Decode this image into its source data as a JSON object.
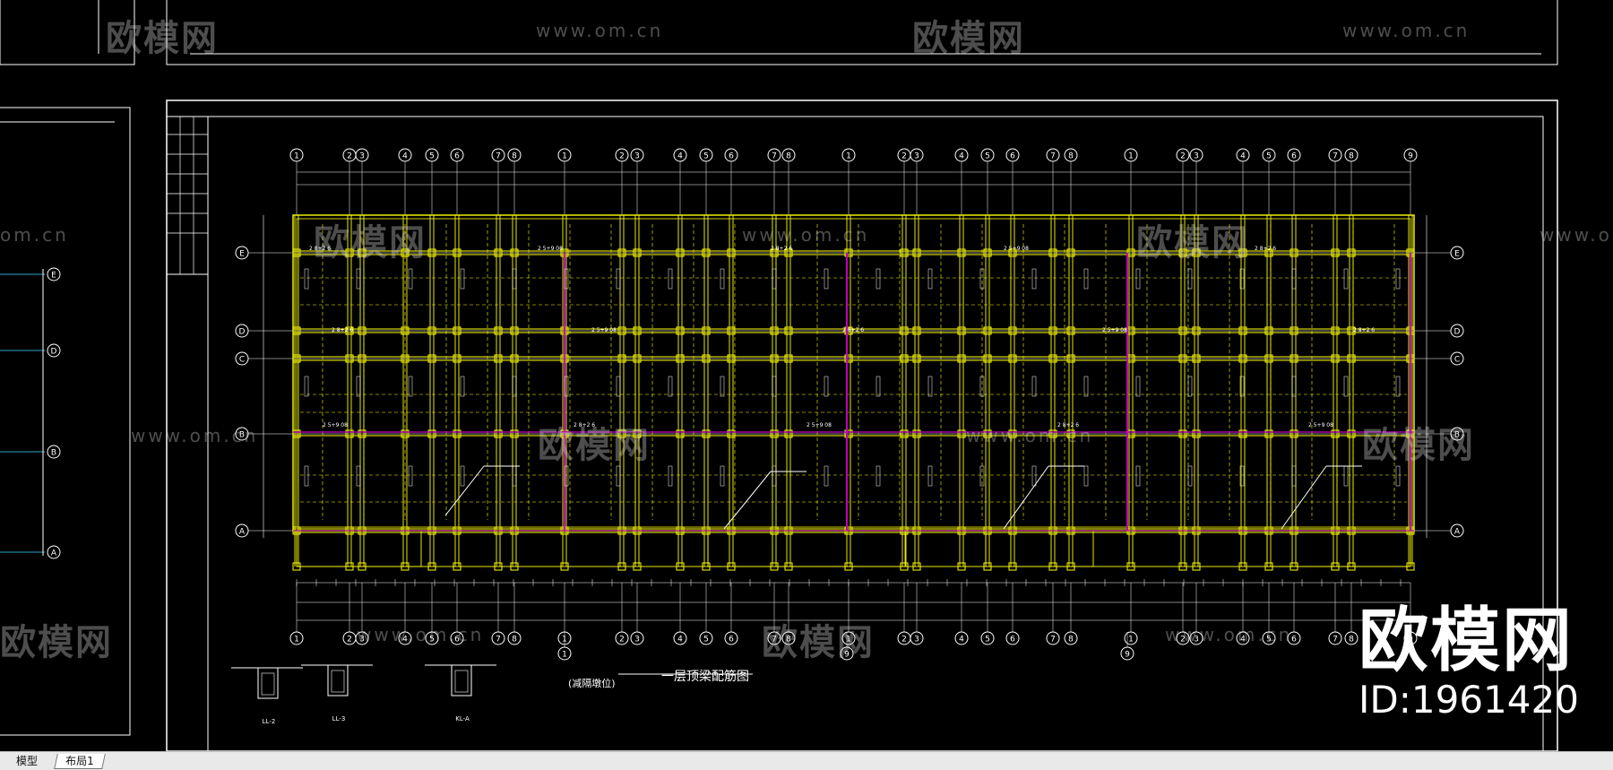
{
  "watermark": {
    "brand": "欧模网",
    "url": "www.om.cn",
    "url_fragment": "om.cn",
    "big_logo": "欧模网",
    "id_text": "ID:1961420"
  },
  "drawing": {
    "grid_columns_top": [
      "1",
      "2",
      "3",
      "4",
      "5",
      "6",
      "7",
      "8",
      "1",
      "2",
      "3",
      "4",
      "5",
      "6",
      "7",
      "8",
      "1",
      "2",
      "3",
      "4",
      "5",
      "6",
      "7",
      "8",
      "1",
      "2",
      "3",
      "4",
      "5",
      "6",
      "7",
      "8",
      "9"
    ],
    "grid_rows": [
      "E",
      "D",
      "C",
      "B",
      "A"
    ],
    "bottom_marks": [
      "1",
      "9",
      "9"
    ],
    "plan_title": "一层顶梁配筋图",
    "note_text": "(减隔墩位)",
    "beam_labels": [
      "2 8+2 6",
      "2 5+9 08",
      "2 8+2 6",
      "2 5+9 08"
    ],
    "section_labels": [
      "LL-2",
      "LL-3",
      "KL-A"
    ]
  },
  "tabs": [
    {
      "label": "模型"
    },
    {
      "label": "布局1"
    }
  ],
  "colors": {
    "background": "#000000",
    "frame": "#ffffff",
    "beam": "#ffff00",
    "column_magenta": "#c000c0"
  }
}
